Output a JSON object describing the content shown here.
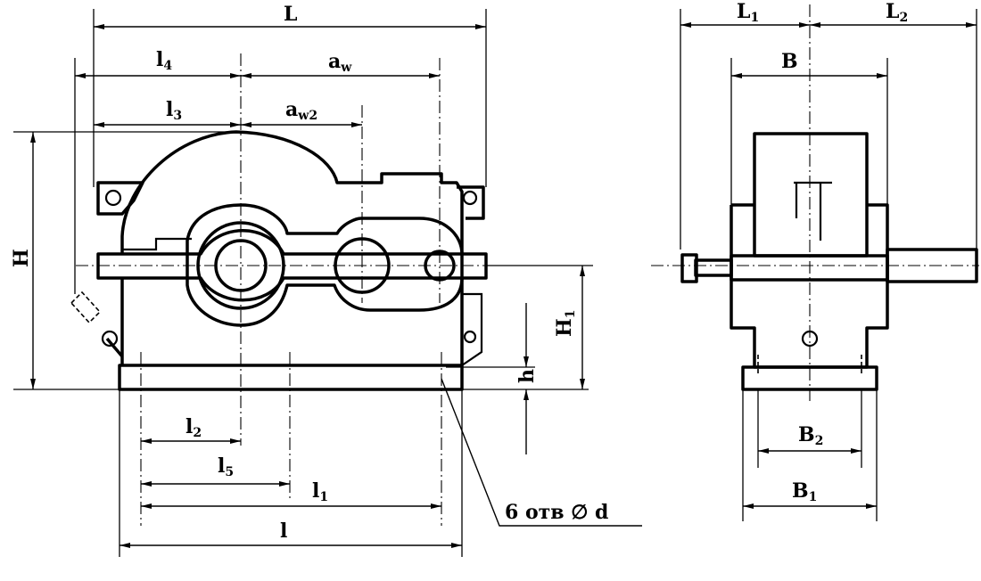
{
  "labels": {
    "L": "L",
    "l4_main": "l",
    "l4_sub": "4",
    "aw_main": "a",
    "aw_sub": "w",
    "l3_main": "l",
    "l3_sub": "3",
    "aw2_main": "a",
    "aw2_sub": "w2",
    "H": "H",
    "H1_main": "H",
    "H1_sub": "1",
    "h": "h",
    "l2_main": "l",
    "l2_sub": "2",
    "l5_main": "l",
    "l5_sub": "5",
    "l1_main": "l",
    "l1_sub": "1",
    "l": "l",
    "holes": "6 отв ∅ d",
    "L1_main": "L",
    "L1_sub": "1",
    "L2_main": "L",
    "L2_sub": "2",
    "B": "B",
    "B2_main": "B",
    "B2_sub": "2",
    "B1_main": "B",
    "B1_sub": "1"
  }
}
